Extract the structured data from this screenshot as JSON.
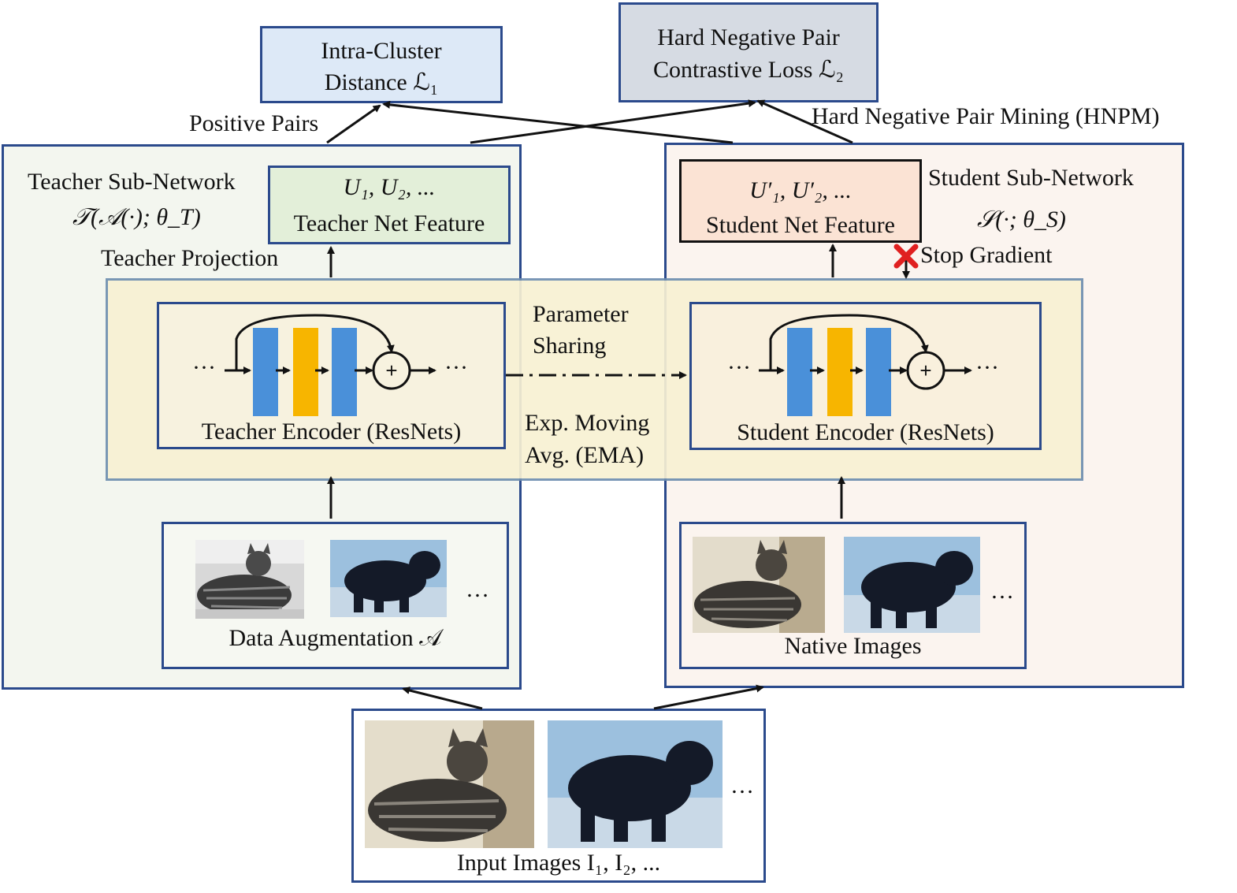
{
  "losses": {
    "l1_line1": "Intra-Cluster",
    "l1_line2": "Distance ℒ₁",
    "l2_line1": "Hard Negative Pair",
    "l2_line2": "Contrastive Loss ℒ₂"
  },
  "labels": {
    "positive_pairs": "Positive Pairs",
    "hnpm": "Hard Negative Pair Mining (HNPM)",
    "teacher_subnet_title": "Teacher Sub-Network",
    "teacher_subnet_formula": "𝒯(𝒜(·); θ_T)",
    "student_subnet_title": "Student Sub-Network",
    "student_subnet_formula": "𝒮(·; θ_S)",
    "teacher_projection": "Teacher Projection",
    "stop_gradient": "Stop Gradient",
    "param_sharing_1": "Parameter",
    "param_sharing_2": "Sharing",
    "ema_1": "Exp. Moving",
    "ema_2": "Avg. (EMA)"
  },
  "features": {
    "teacher_symbols": "U₁, U₂, ...",
    "teacher_label": "Teacher Net Feature",
    "student_symbols": "U′₁, U′₂, ...",
    "student_label": "Student Net Feature"
  },
  "encoders": {
    "teacher": "Teacher Encoder (ResNets)",
    "student": "Student Encoder (ResNets)",
    "ellipsis": "···"
  },
  "images": {
    "augmentation": "Data Augmentation 𝒜",
    "native": "Native Images",
    "input": "Input Images I₁, I₂, ...",
    "ellipsis": "…"
  },
  "colors": {
    "frame_blue": "#2b4a8c",
    "resnet_blue": "#4a90d9",
    "resnet_yellow": "#f7b500",
    "stop_red": "#e02020",
    "l1_fill": "#dde9f7",
    "l2_fill": "#d6dbe3",
    "teacher_feature_fill": "#e3efd9",
    "student_feature_fill": "#fbe3d4",
    "teacher_panel_fill": "#f2f6ee",
    "student_panel_fill": "#fbf3ee",
    "encoder_band_fill": "#f8f1d6"
  }
}
